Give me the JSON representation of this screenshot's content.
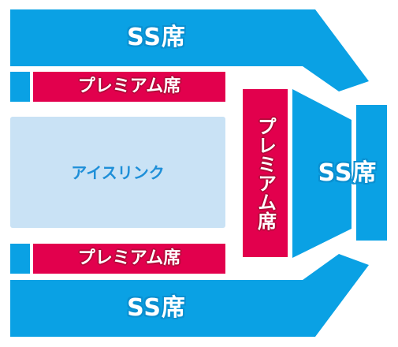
{
  "seat_map": {
    "colors": {
      "ss_seat": "#0aa1e4",
      "premium_seat": "#e2004d",
      "ice_rink": "#c9e2f5",
      "rink_text": "#1e8fd8",
      "label_text": "#ffffff"
    },
    "blocks": {
      "ss_top": "SS席",
      "premium_top": "プレミアム席",
      "ice_rink": "アイスリンク",
      "premium_side": "プレミアム席",
      "ss_side": "SS席",
      "premium_bottom": "プレミアム席",
      "ss_bottom": "SS席"
    }
  }
}
